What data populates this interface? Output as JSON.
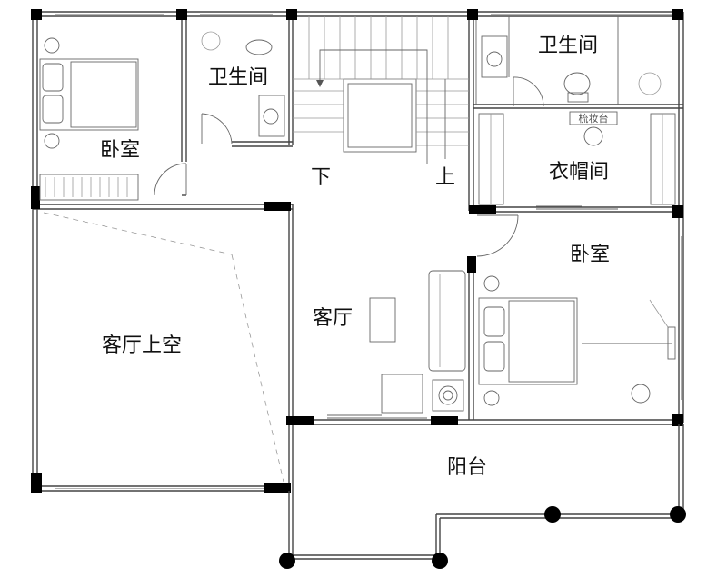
{
  "plan": {
    "rooms": {
      "bedroom_nw": "卧室",
      "bath_north": "卫生间",
      "bath_ne": "卫生间",
      "wardrobe": "衣帽间",
      "bedroom_e": "卧室",
      "living_room": "客厅",
      "living_void": "客厅上空",
      "balcony": "阳台"
    },
    "stairs": {
      "down": "下",
      "up": "上"
    },
    "fixtures": {
      "vanity": "梳妆台"
    }
  }
}
